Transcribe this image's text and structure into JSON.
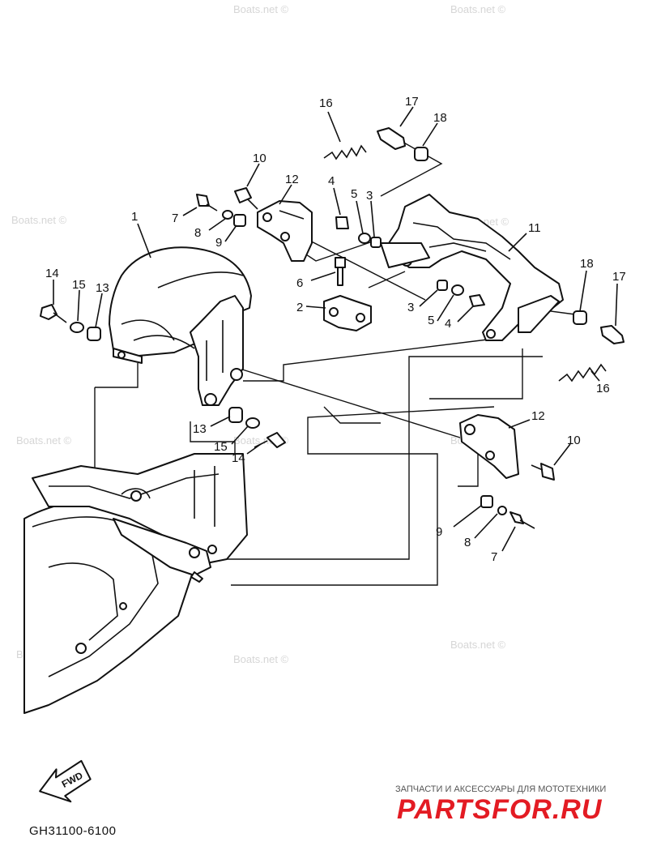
{
  "diagram": {
    "drawing_code": "GH31100-6100",
    "direction_label": "FWD",
    "watermark_text": "Boats.net ©",
    "publisher_tagline": "ЗАПЧАСТИ И АКСЕССУАРЫ ДЛЯ МОТОТЕХНИКИ",
    "publisher_logo": "PARTSFOR.RU",
    "callouts": [
      {
        "id": "c16a",
        "label": "16"
      },
      {
        "id": "c17a",
        "label": "17"
      },
      {
        "id": "c18a",
        "label": "18"
      },
      {
        "id": "c10a",
        "label": "10"
      },
      {
        "id": "c12a",
        "label": "12"
      },
      {
        "id": "c4a",
        "label": "4"
      },
      {
        "id": "c5a",
        "label": "5"
      },
      {
        "id": "c3a",
        "label": "3"
      },
      {
        "id": "c7a",
        "label": "7"
      },
      {
        "id": "c8a",
        "label": "8"
      },
      {
        "id": "c9a",
        "label": "9"
      },
      {
        "id": "c1",
        "label": "1"
      },
      {
        "id": "c11",
        "label": "11"
      },
      {
        "id": "c14a",
        "label": "14"
      },
      {
        "id": "c15a",
        "label": "15"
      },
      {
        "id": "c13a",
        "label": "13"
      },
      {
        "id": "c6",
        "label": "6"
      },
      {
        "id": "c2",
        "label": "2"
      },
      {
        "id": "c3b",
        "label": "3"
      },
      {
        "id": "c5b",
        "label": "5"
      },
      {
        "id": "c4b",
        "label": "4"
      },
      {
        "id": "c18b",
        "label": "18"
      },
      {
        "id": "c17b",
        "label": "17"
      },
      {
        "id": "c16b",
        "label": "16"
      },
      {
        "id": "c13b",
        "label": "13"
      },
      {
        "id": "c15b",
        "label": "15"
      },
      {
        "id": "c14b",
        "label": "14"
      },
      {
        "id": "c12b",
        "label": "12"
      },
      {
        "id": "c10b",
        "label": "10"
      },
      {
        "id": "c9b",
        "label": "9"
      },
      {
        "id": "c8b",
        "label": "8"
      },
      {
        "id": "c7b",
        "label": "7"
      }
    ]
  }
}
